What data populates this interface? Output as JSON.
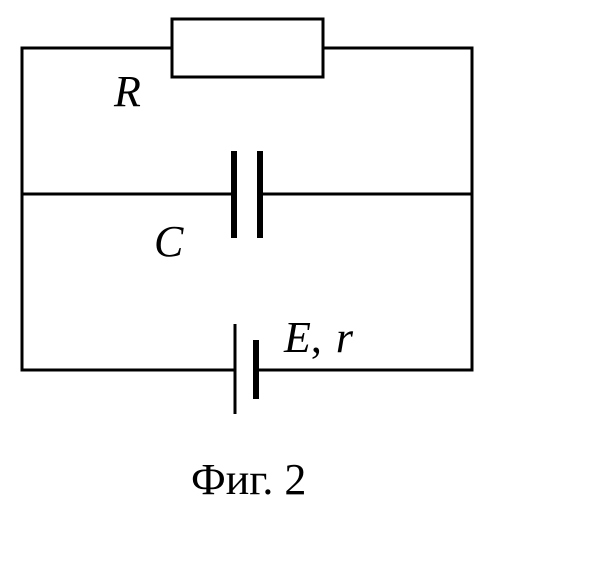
{
  "diagram": {
    "labels": {
      "resistor": "R",
      "capacitor": "C",
      "source_emf": "E",
      "source_separator": ",",
      "source_internal": "r",
      "caption": "Фиг. 2"
    }
  }
}
